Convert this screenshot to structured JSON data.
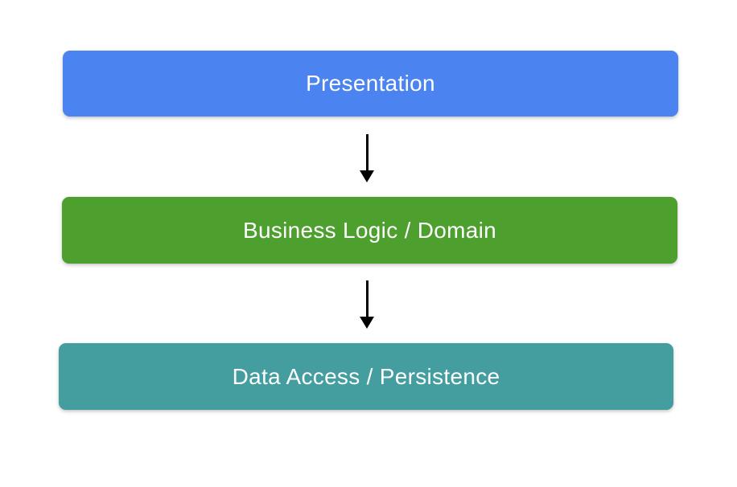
{
  "diagram": {
    "type": "layered-architecture",
    "background_color": "#ffffff",
    "text_color": "#ffffff",
    "arrow_color": "#000000",
    "layers": [
      {
        "id": "presentation",
        "label": "Presentation",
        "color": "#4b83f1"
      },
      {
        "id": "business",
        "label": "Business Logic / Domain",
        "color": "#4d9f2e"
      },
      {
        "id": "data",
        "label": "Data Access / Persistence",
        "color": "#449d9e"
      }
    ],
    "connections": [
      {
        "from": "Presentation",
        "to": "Business Logic / Domain",
        "direction": "down"
      },
      {
        "from": "Business Logic / Domain",
        "to": "Data Access / Persistence",
        "direction": "down"
      }
    ]
  }
}
